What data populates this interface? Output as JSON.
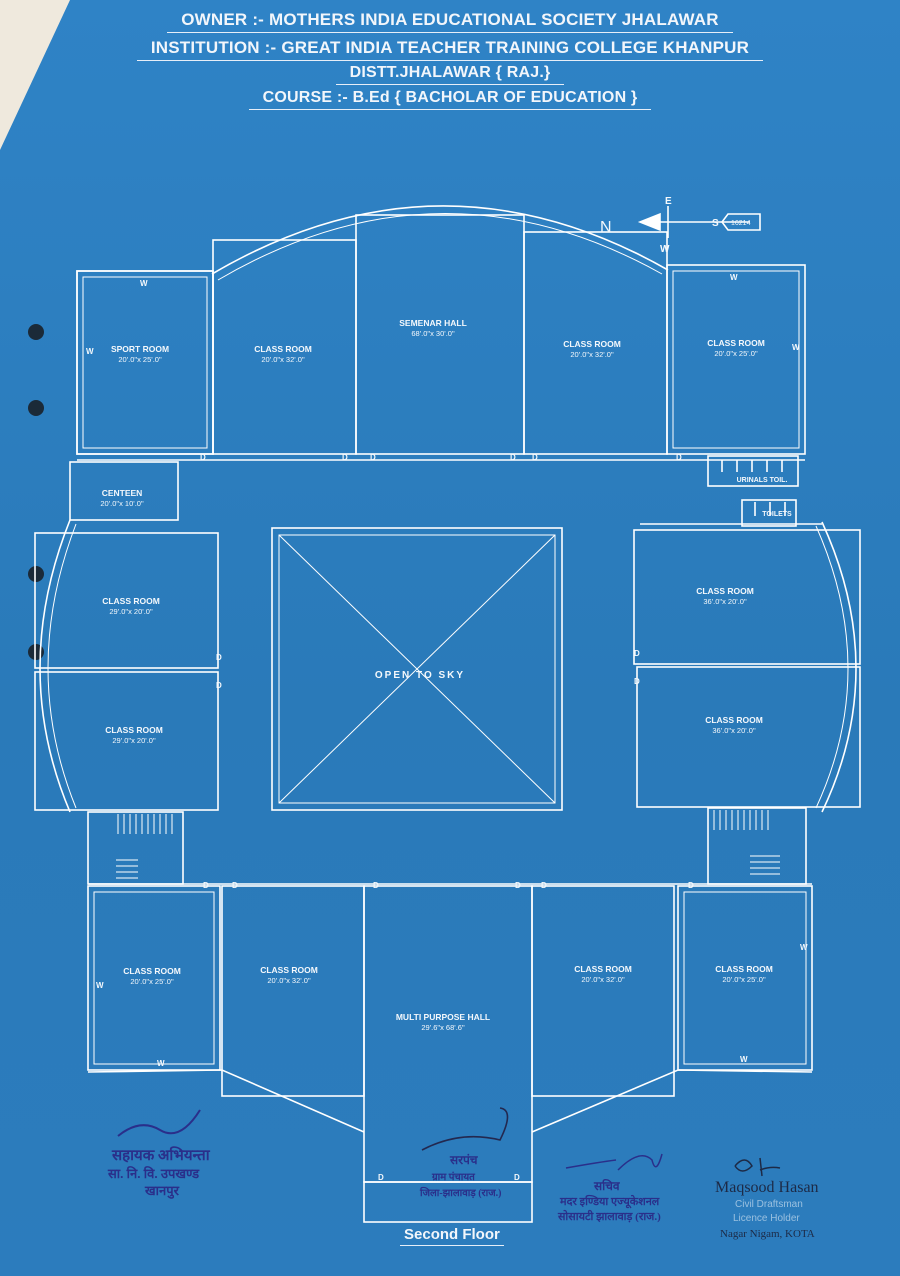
{
  "header": {
    "owner": "OWNER :- MOTHERS INDIA EDUCATIONAL SOCIETY JHALAWAR",
    "institution": "INSTITUTION :- GREAT INDIA TEACHER TRAINING COLLEGE KHANPUR",
    "district": "DISTT.JHALAWAR { RAJ.}",
    "course": "COURSE :- B.Ed { BACHOLAR OF EDUCATION }"
  },
  "compass": {
    "north": "N",
    "east": "E",
    "south": "S",
    "west": "W",
    "code": "16214"
  },
  "rooms": [
    {
      "id": "sport-room",
      "name": "SPORT ROOM",
      "dim": "20'.0\"x 25'.0\""
    },
    {
      "id": "class-room-top-1",
      "name": "CLASS ROOM",
      "dim": "20'.0\"x 32'.0\""
    },
    {
      "id": "semenar-hall",
      "name": "SEMENAR HALL",
      "dim": "68'.0\"x 30'.0\""
    },
    {
      "id": "class-room-top-2",
      "name": "CLASS ROOM",
      "dim": "20'.0\"x 32'.0\""
    },
    {
      "id": "class-room-top-3",
      "name": "CLASS ROOM",
      "dim": "20'.0\"x 25'.0\""
    },
    {
      "id": "centeen",
      "name": "CENTEEN",
      "dim": "20'.0\"x 10'.0\""
    },
    {
      "id": "class-room-left-1",
      "name": "CLASS ROOM",
      "dim": "29'.0\"x 20'.0\""
    },
    {
      "id": "class-room-left-2",
      "name": "CLASS ROOM",
      "dim": "29'.0\"x 20'.0\""
    },
    {
      "id": "class-room-right-1",
      "name": "CLASS ROOM",
      "dim": "36'.0\"x 20'.0\""
    },
    {
      "id": "class-room-right-2",
      "name": "CLASS ROOM",
      "dim": "36'.0\"x 20'.0\""
    },
    {
      "id": "class-room-bottom-1",
      "name": "CLASS ROOM",
      "dim": "20'.0\"x 25'.0\""
    },
    {
      "id": "class-room-bottom-2",
      "name": "CLASS ROOM",
      "dim": "20'.0\"x 32'.0\""
    },
    {
      "id": "multi-purpose-hall",
      "name": "MULTI PURPOSE HALL",
      "dim": "29'.6\"x 68'.6\""
    },
    {
      "id": "class-room-bottom-3",
      "name": "CLASS ROOM",
      "dim": "20'.0\"x 32'.0\""
    },
    {
      "id": "class-room-bottom-4",
      "name": "CLASS ROOM",
      "dim": "20'.0\"x 25'.0\""
    }
  ],
  "open_to_sky": "OPEN TO SKY",
  "toilets": {
    "urinals": "URINALS TOIL.",
    "toilets": "TOILETS"
  },
  "markers": {
    "door": "D",
    "window": "W"
  },
  "floor_label": "Second Floor",
  "signatures": {
    "engineer_line1": "सहायक अभियन्ता",
    "engineer_line2": "सा. नि. वि. उपखण्ड",
    "engineer_line3": "खानपुर",
    "sarpanch_line1": "सरपंच",
    "sarpanch_line2": "ग्राम पंचायत",
    "sarpanch_line3": "जिला-झालावाड़ (राज.)",
    "secretary_line1": "सचिव",
    "secretary_line2": "मदर इण्डिया एज्यूकेशनल",
    "secretary_line3": "सोसायटी झालावाड़ (राज.)",
    "architect_name": "Maqsood Hasan",
    "architect_line2": "Civil Draftsman",
    "architect_line3": "Licence Holder",
    "architect_line4": "Nagar Nigam, KOTA"
  }
}
